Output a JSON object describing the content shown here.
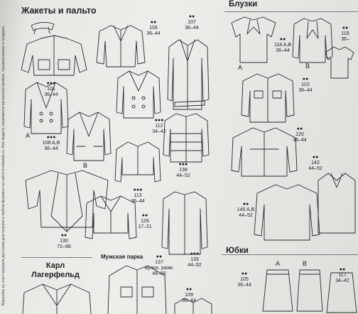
{
  "sections": {
    "jackets": "Жакеты и пальто",
    "blouses": "Блузки",
    "skirts": "Юбки",
    "designer": "Карл Лагерфельд",
    "mens_parka": "Мужская парка"
  },
  "side_text": "Выкройки из этого журнала доступны для покупки в любом формате на сайте burdastyle.ru. Все модели охраняются авторским правом, тиражирование и продажа...",
  "items": [
    {
      "id": "101",
      "dots": "●●●",
      "num": "101",
      "size": "36–44"
    },
    {
      "id": "106",
      "dots": "●●",
      "num": "106",
      "size": "36–44"
    },
    {
      "id": "107",
      "dots": "●●",
      "num": "107",
      "size": "36–44"
    },
    {
      "id": "108",
      "dots": "●●●",
      "num": "108 A,B",
      "size": "36–44"
    },
    {
      "id": "112",
      "dots": "●●●",
      "num": "112",
      "size": "34–42"
    },
    {
      "id": "113",
      "dots": "●●●",
      "num": "113",
      "size": "36–44"
    },
    {
      "id": "138",
      "dots": "●●●",
      "num": "138",
      "size": "44–52"
    },
    {
      "id": "126",
      "dots": "●●",
      "num": "126",
      "size": "17–21"
    },
    {
      "id": "130",
      "dots": "●●",
      "num": "130",
      "size": "72–88"
    },
    {
      "id": "137",
      "dots": "●●",
      "num": "137",
      "size": "мужск. разм. 48–56"
    },
    {
      "id": "139",
      "dots": "●●●",
      "num": "139",
      "size": "44–52"
    },
    {
      "id": "109",
      "dots": "●●",
      "num": "109",
      "size": "36–44"
    },
    {
      "id": "118",
      "dots": "●●",
      "num": "118 A,B",
      "size": "36–44"
    },
    {
      "id": "119",
      "dots": "●●",
      "num": "119",
      "size": "36–"
    },
    {
      "id": "102",
      "dots": "●●",
      "num": "102",
      "size": "36–44"
    },
    {
      "id": "120",
      "dots": "●●",
      "num": "120",
      "size": "36–44"
    },
    {
      "id": "142",
      "dots": "●●",
      "num": "142",
      "size": "44–52"
    },
    {
      "id": "140",
      "dots": "●●",
      "num": "140 A,B",
      "size": "44–52"
    },
    {
      "id": "105",
      "dots": "●●",
      "num": "105",
      "size": "36–44"
    },
    {
      "id": "117",
      "dots": "●●",
      "num": "117",
      "size": "34–42"
    }
  ],
  "letters": {
    "a1": "A",
    "b1": "B",
    "a2": "A",
    "b2": "B",
    "a3": "A",
    "b3": "B"
  }
}
